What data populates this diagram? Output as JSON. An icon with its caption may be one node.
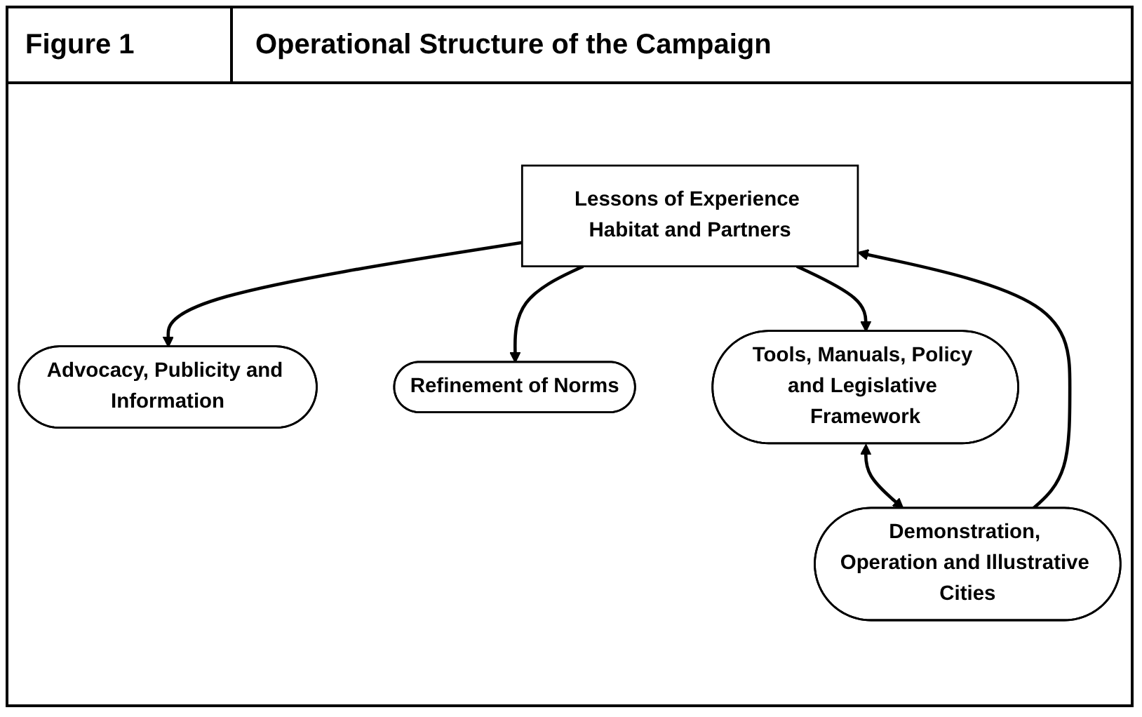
{
  "diagram": {
    "title": "Operational Structure of the Campaign",
    "nodes": [
      {
        "text": [
          "Advocacy, Publicity and Information"
        ]
      },
      {
        "text": [
          "Refinement of Norms"
        ]
      },
      {
        "text": [
          "Lessons of Experience Habitat and Partners"
        ]
      },
      {
        "text": [
          "Tools, Manuals, Policy and Legislative Framework"
        ]
      },
      {
        "text": [
          "Demonstration, Operation and Illustrative Cities"
        ]
      }
    ],
    "edges": [
      {
        "from": 2,
        "to": 0,
        "arrow": "to"
      },
      {
        "from": 2,
        "to": 1,
        "arrow": "to"
      },
      {
        "from": 2,
        "to": 3,
        "arrow": "to"
      },
      {
        "from": 4,
        "to": 2,
        "arrow": "to"
      },
      {
        "from": 3,
        "to": 4,
        "arrow": "both"
      }
    ],
    "labels": [
      "Figure 1"
    ]
  }
}
